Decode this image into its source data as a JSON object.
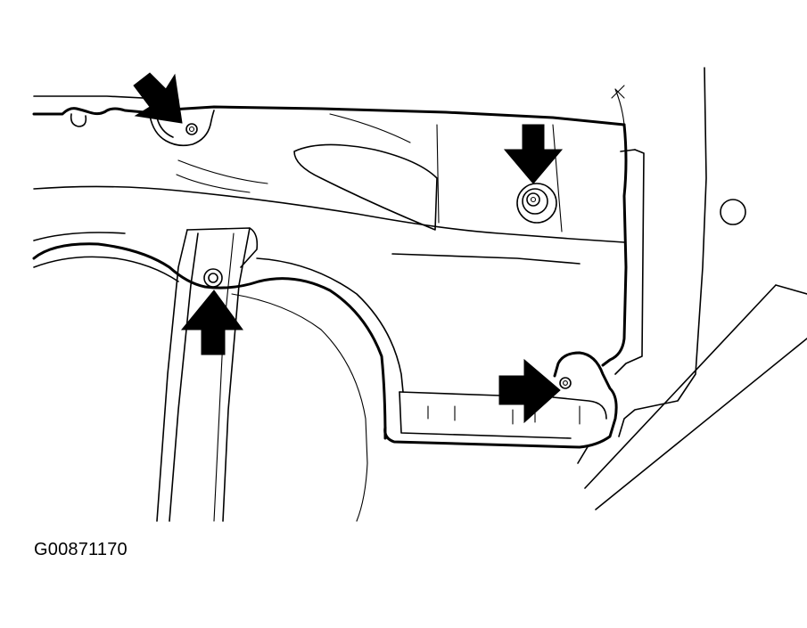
{
  "diagram": {
    "figure_id": "G00871170",
    "line_color": "#000000",
    "background": "#ffffff",
    "callouts": [
      {
        "icon": "arrow-down-right-icon",
        "target": "fastener"
      },
      {
        "icon": "arrow-down-icon",
        "target": "fastener"
      },
      {
        "icon": "arrow-up-icon",
        "target": "fastener"
      },
      {
        "icon": "arrow-right-icon",
        "target": "fastener"
      }
    ]
  }
}
